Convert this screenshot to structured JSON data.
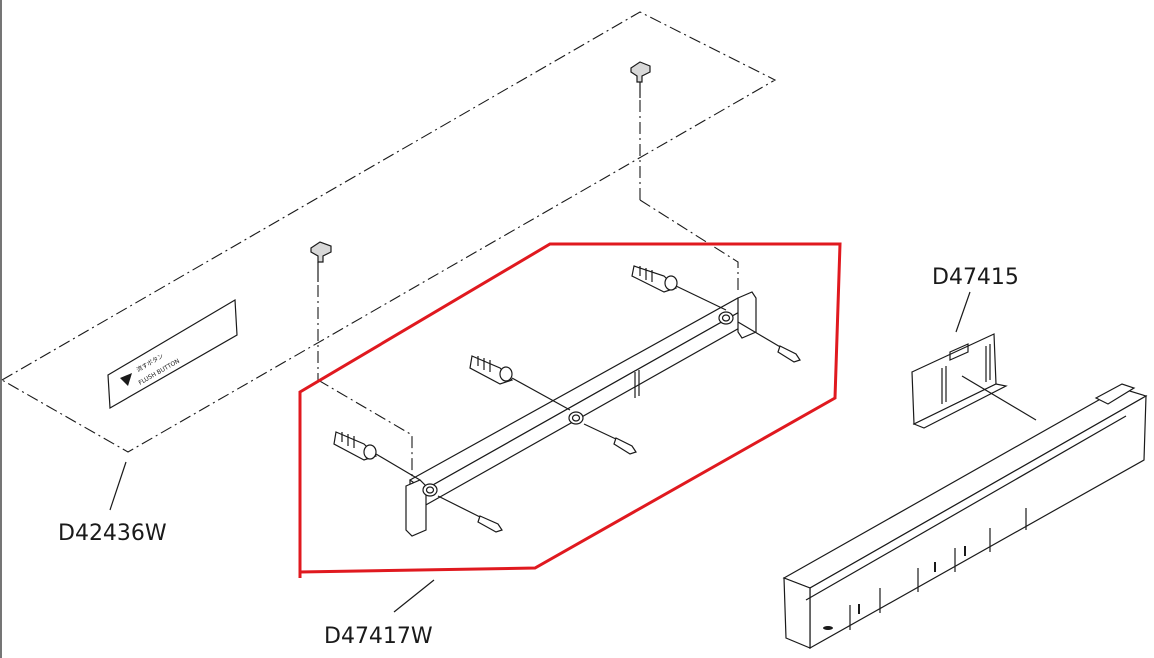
{
  "labels": {
    "cover_plate": "D42436W",
    "bracket_set": "D47417W",
    "clip": "D47415"
  },
  "sticker": {
    "line1": "流すボタン",
    "line2": "FLUSH BUTTON"
  },
  "colors": {
    "highlight": "#e0191f",
    "line": "#1a1a1a"
  }
}
